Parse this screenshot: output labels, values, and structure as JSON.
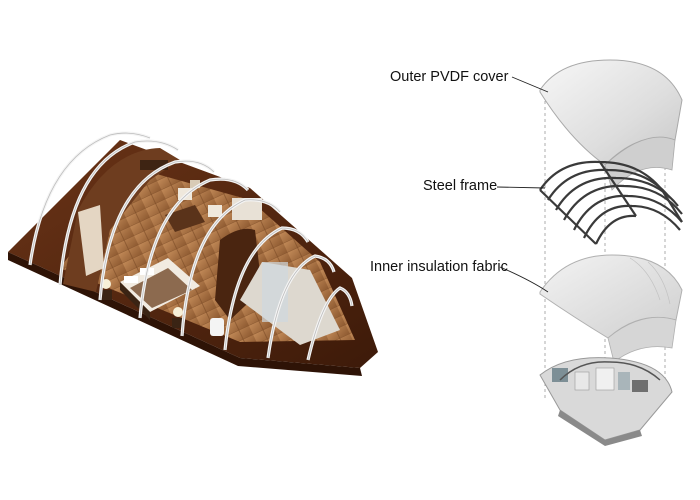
{
  "labels": {
    "outer_cover": "Outer PVDF cover",
    "steel_frame": "Steel frame",
    "inner_fabric": "Inner insulation fabric"
  },
  "colors": {
    "deck_wood": "#5a2a12",
    "floor_wood": "#b07a4c",
    "arch_white": "#f2f2f2",
    "steel": "#3a3a3a",
    "membrane": "#e9e9e9",
    "leader_line": "#222222"
  }
}
